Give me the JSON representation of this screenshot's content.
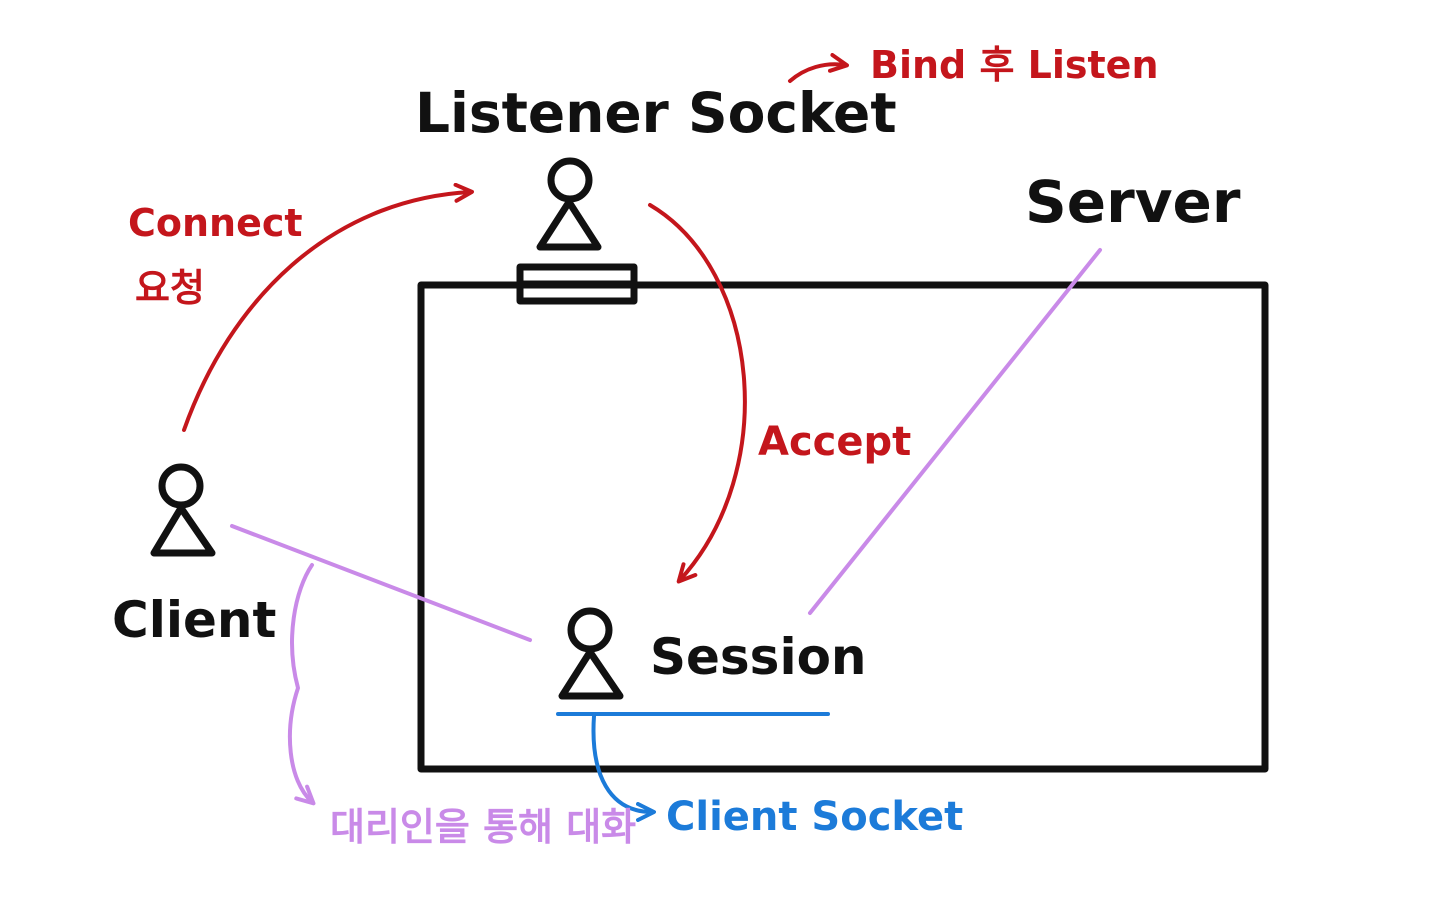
{
  "labels": {
    "listener_socket": "Listener Socket",
    "bind_listen": "Bind 후 Listen",
    "connect": "Connect",
    "request": "요청",
    "server": "Server",
    "accept": "Accept",
    "client": "Client",
    "session": "Session",
    "talk_via_proxy": "대리인을 통해 대화",
    "client_socket": "Client Socket"
  },
  "colors": {
    "ink": "#111111",
    "red": "#c4161c",
    "purple": "#c98ae8",
    "blue": "#1c7bd9"
  }
}
